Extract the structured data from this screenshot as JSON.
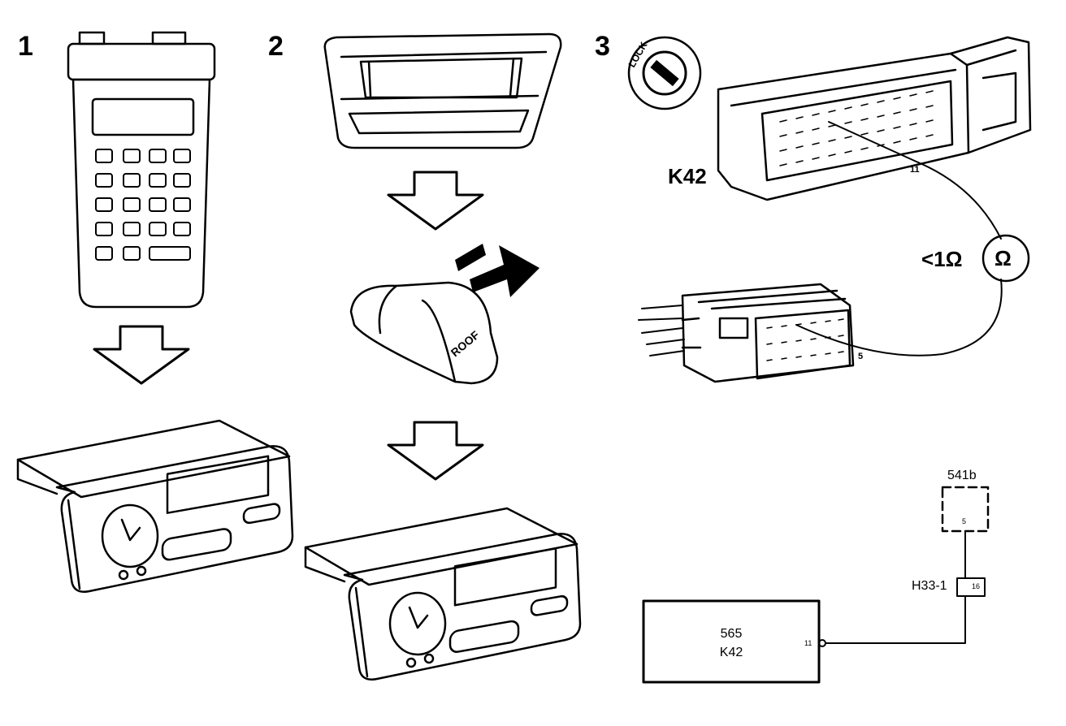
{
  "steps": [
    "1",
    "2",
    "3"
  ],
  "roof_button_text": "ROOF",
  "lock_text": "LOCK",
  "connector_label": "K42",
  "pin_label_k42": "11",
  "pin_label_plug": "5",
  "resistance_label": "<1Ω",
  "ohm_symbol": "Ω",
  "schematic": {
    "ecu_code": "565",
    "ecu_name": "K42",
    "ecu_pin": "11",
    "remote_box": "541b",
    "remote_pin": "5",
    "fuse_label": "H33-1",
    "fuse_pin": "16"
  }
}
